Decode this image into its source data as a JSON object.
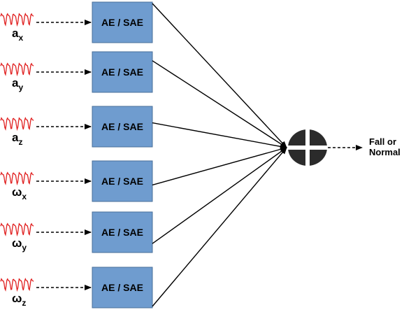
{
  "inputs": [
    {
      "symbol": "a",
      "subscript": "x",
      "box_label": "AE / SAE"
    },
    {
      "symbol": "a",
      "subscript": "y",
      "box_label": "AE / SAE"
    },
    {
      "symbol": "a",
      "subscript": "z",
      "box_label": "AE / SAE"
    },
    {
      "symbol": "ω",
      "subscript": "x",
      "box_label": "AE / SAE"
    },
    {
      "symbol": "ω",
      "subscript": "y",
      "box_label": "AE / SAE"
    },
    {
      "symbol": "ω",
      "subscript": "z",
      "box_label": "AE / SAE"
    }
  ],
  "output": {
    "line1": "Fall or",
    "line2": "Normal"
  },
  "colors": {
    "box_fill": "#6f9ccf",
    "box_stroke": "#4a6f99",
    "signal": "#e02020",
    "fusion": "#2b2b2b"
  }
}
